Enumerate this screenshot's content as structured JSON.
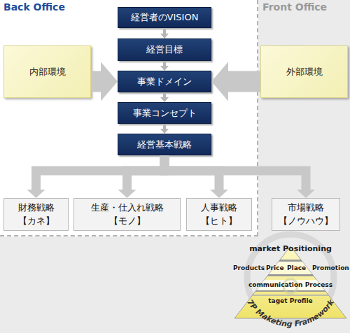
{
  "diagram": {
    "nodes": [
      {
        "text": [
          "Back Office"
        ]
      },
      {
        "text": [
          "Front Office"
        ]
      },
      {
        "text": [
          "経営者のVISION"
        ],
        "in": 0
      },
      {
        "text": [
          "経営目標"
        ],
        "in": 0
      },
      {
        "text": [
          "内部環境"
        ],
        "in": 0
      },
      {
        "text": [
          "事業ドメイン"
        ],
        "in": 0
      },
      {
        "text": [
          "外部環境"
        ],
        "in": 1
      },
      {
        "text": [
          "事業コンセプト"
        ],
        "in": 0
      },
      {
        "text": [
          "経営基本戦略"
        ],
        "in": 0
      },
      {
        "text": [
          "財務戦略",
          "【カネ】"
        ],
        "in": 0
      },
      {
        "text": [
          "生産・仕入れ戦略",
          "【モノ】"
        ],
        "in": 0
      },
      {
        "text": [
          "人事戦略",
          "【ヒト】"
        ],
        "in": 0
      },
      {
        "text": [
          "市場戦略",
          "【ノウハウ】"
        ],
        "in": 1
      },
      {
        "text": [
          "market Positioning",
          "Products",
          "Price",
          "Place",
          "Promotion",
          "communication Process",
          "taget Profile",
          "7P Maketing Framework"
        ]
      }
    ],
    "edges": [
      {
        "from": 2,
        "to": 3,
        "arrow": "to"
      },
      {
        "from": 3,
        "to": 5,
        "arrow": "to"
      },
      {
        "from": 5,
        "to": 7,
        "arrow": "to"
      },
      {
        "from": 7,
        "to": 8,
        "arrow": "to"
      },
      {
        "from": 4,
        "to": 5,
        "arrow": "to"
      },
      {
        "from": 6,
        "to": 5,
        "arrow": "to"
      },
      {
        "from": 8,
        "to": 9,
        "arrow": "to"
      },
      {
        "from": 8,
        "to": 10,
        "arrow": "to"
      },
      {
        "from": 8,
        "to": 11,
        "arrow": "to"
      },
      {
        "from": 8,
        "to": 12,
        "arrow": "to"
      }
    ]
  }
}
